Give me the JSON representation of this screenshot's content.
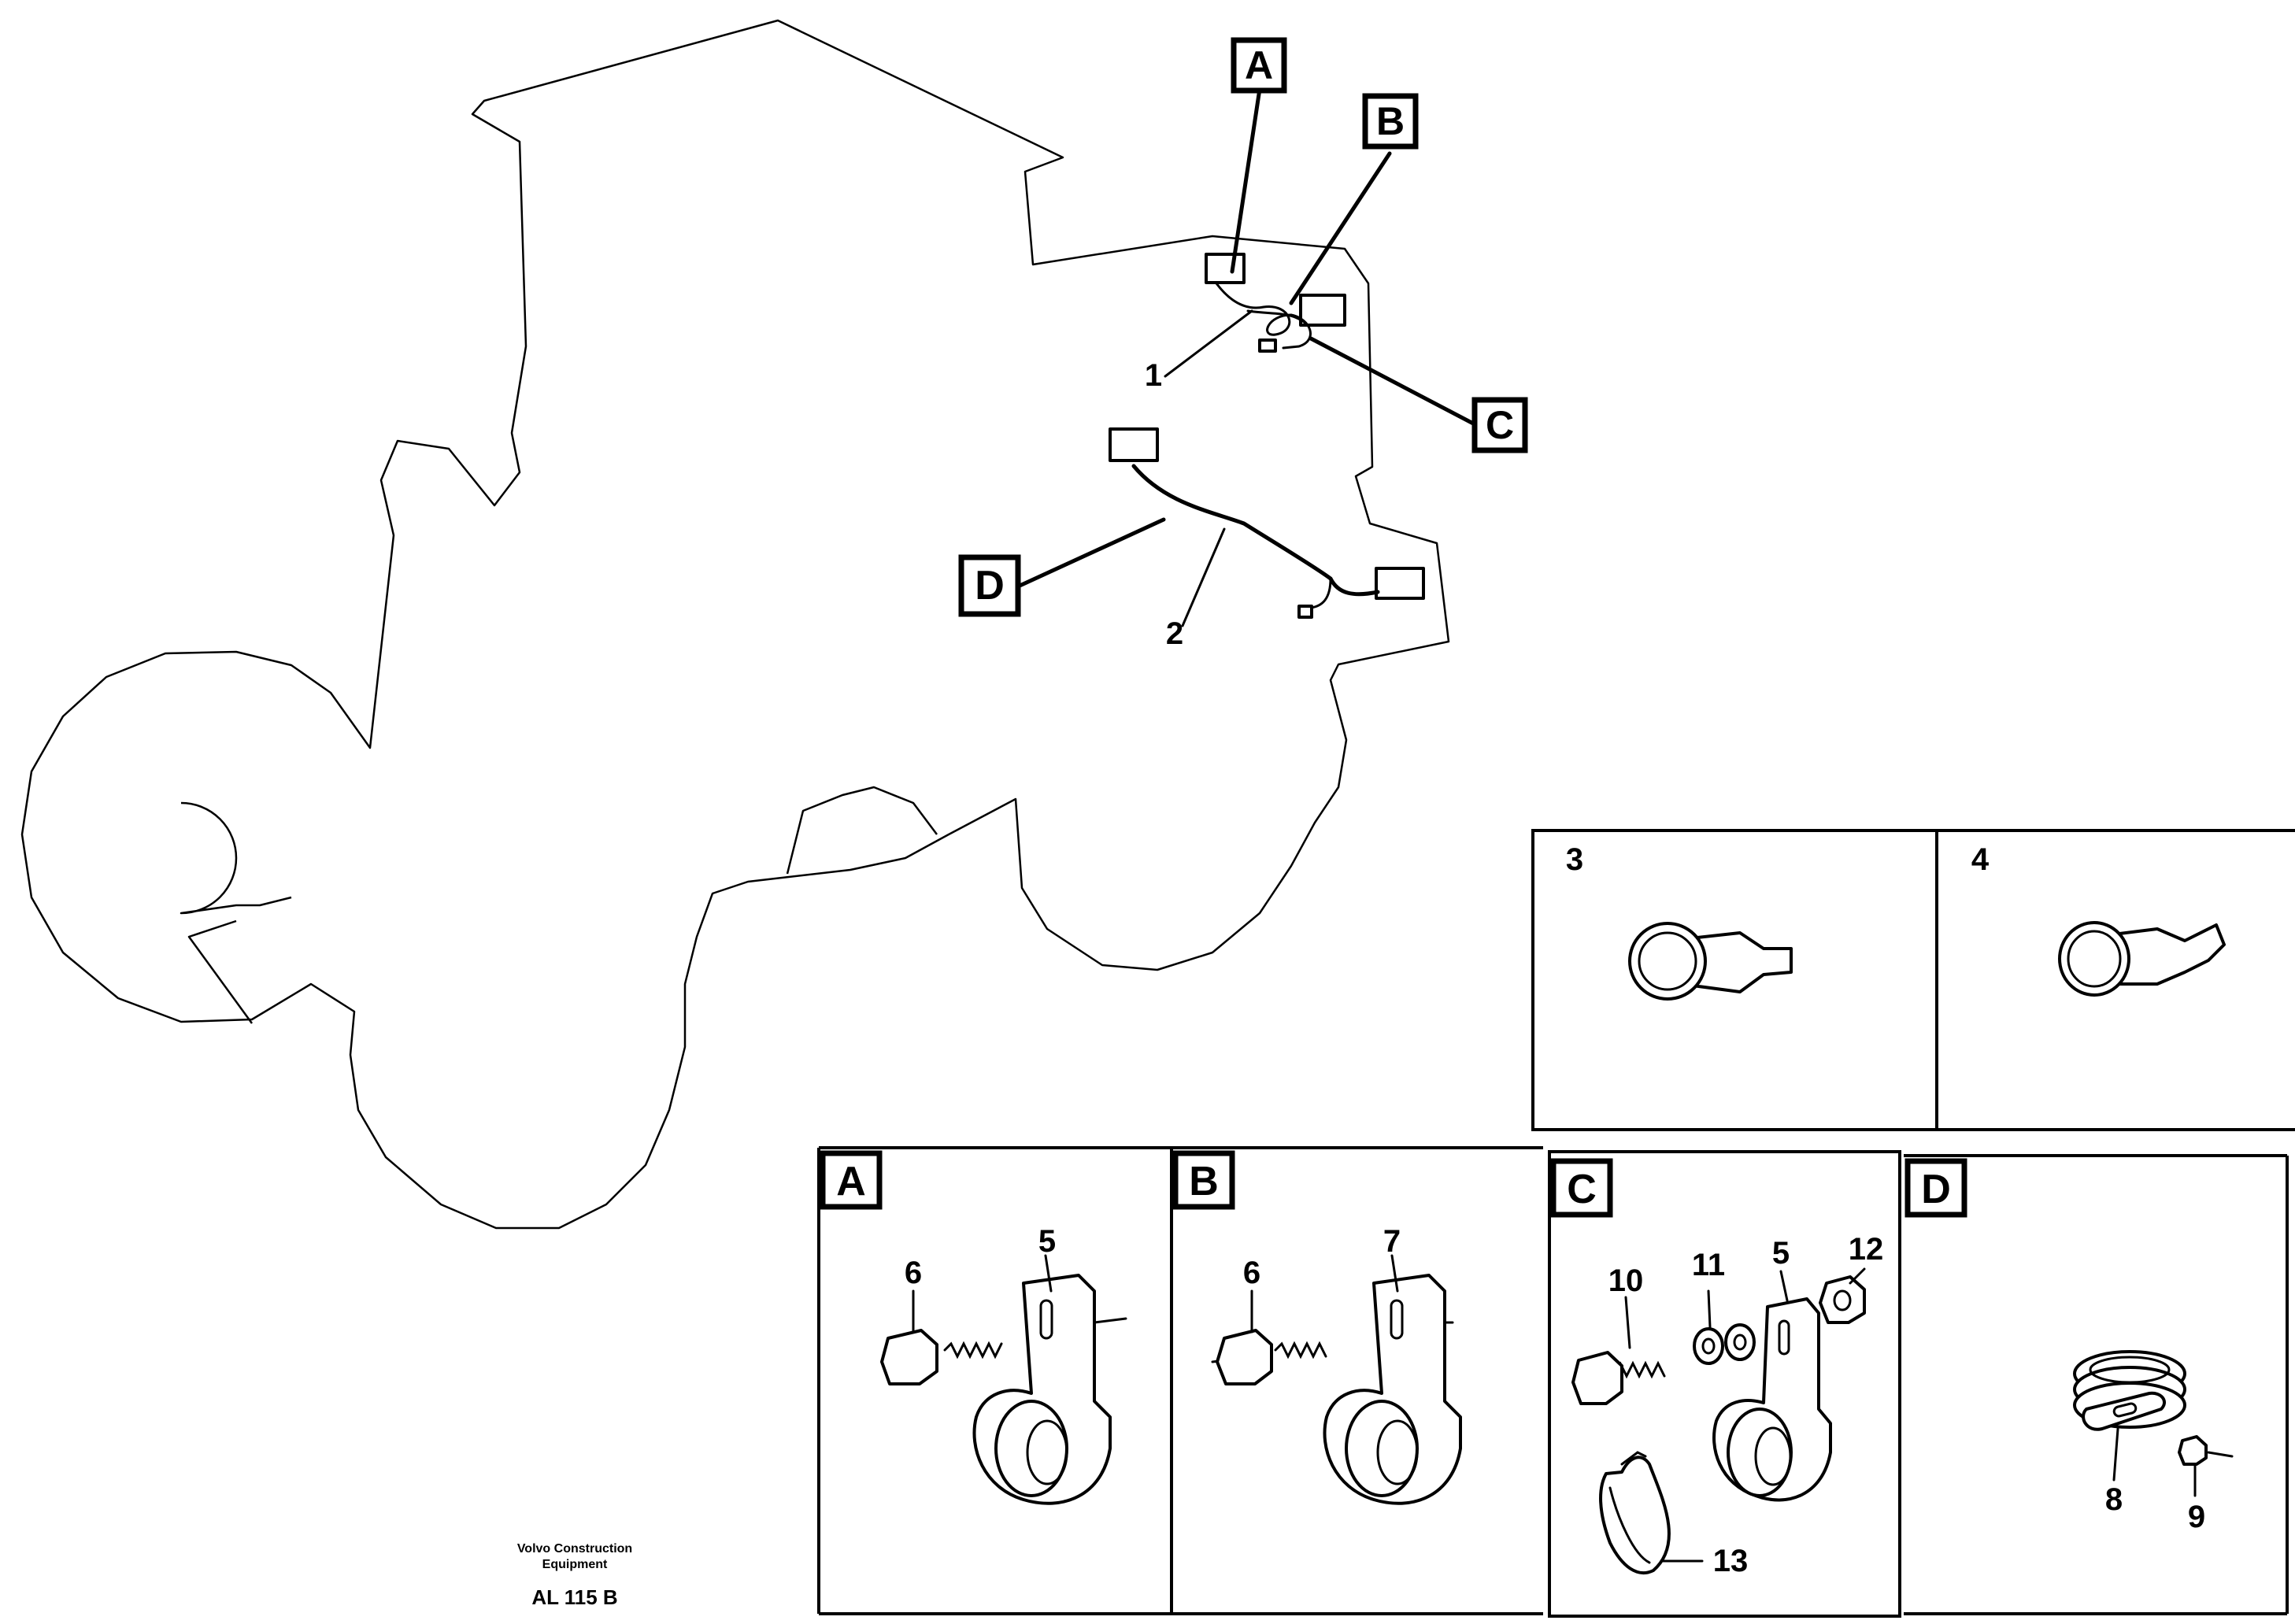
{
  "callouts": {
    "a": "A",
    "b": "B",
    "c": "C",
    "d": "D"
  },
  "item_numbers": {
    "n1": "1",
    "n2": "2",
    "n3": "3",
    "n4": "4",
    "n5": "5",
    "n6": "6",
    "n7": "7",
    "n8": "8",
    "n9": "9",
    "n10": "10",
    "n11": "11",
    "n12": "12",
    "n13": "13"
  },
  "detail_panels": {
    "a": {
      "letter": "A",
      "bolt": "6",
      "clamp": "5"
    },
    "b": {
      "letter": "B",
      "bolt": "6",
      "clamp": "7"
    },
    "c": {
      "letter": "C",
      "bolt": "10",
      "washer": "11",
      "clamp": "5",
      "nut": "12",
      "tie": "13"
    },
    "d": {
      "letter": "D",
      "clamp": "8",
      "nut": "9"
    }
  },
  "sleeve_panels": {
    "left": "3",
    "right": "4"
  },
  "footer": {
    "company_line1": "Volvo Construction",
    "company_line2": "Equipment",
    "drawing_code": "AL 115 B"
  }
}
